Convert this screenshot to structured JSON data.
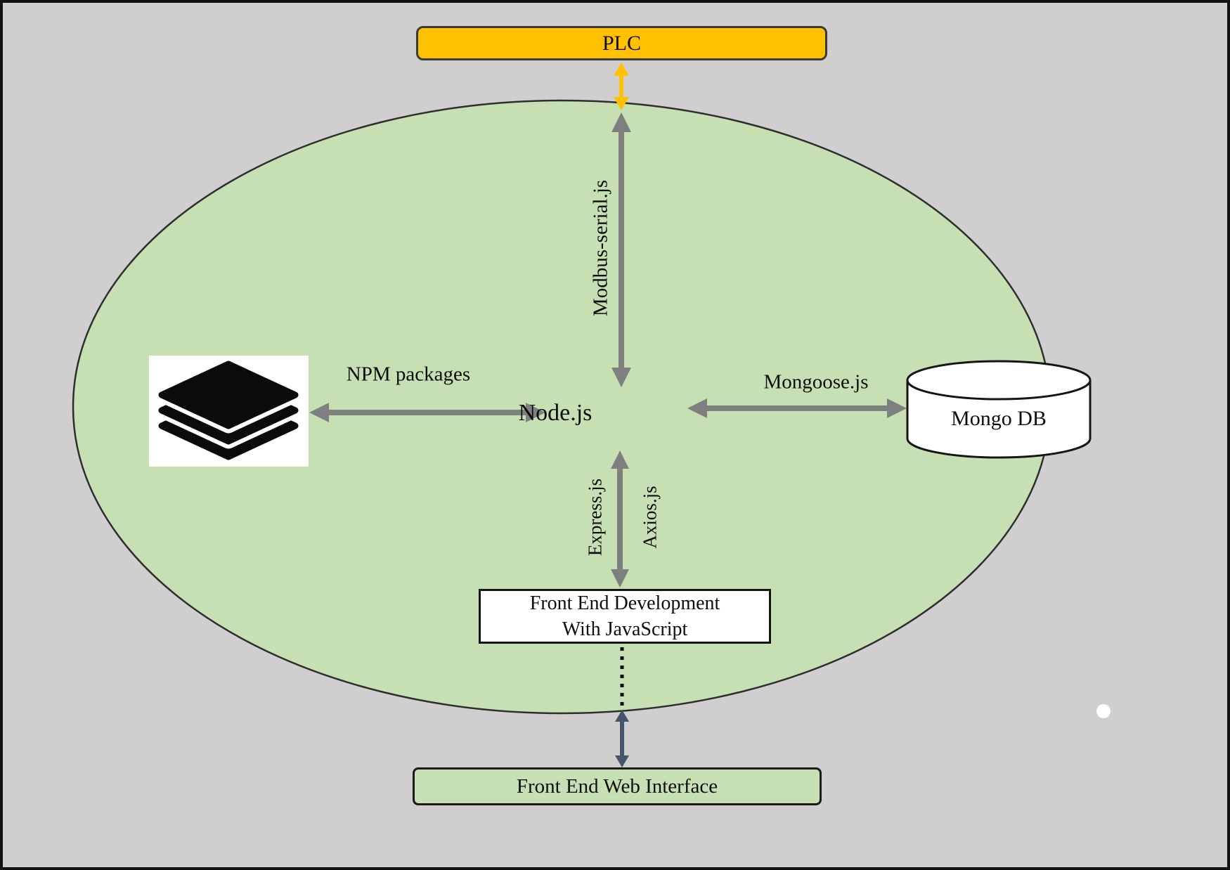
{
  "diagram": {
    "background": "#d0cece",
    "boundary": {
      "fill": "#c6e0b4",
      "stroke": "#2e2e2e"
    },
    "nodes": {
      "plc": {
        "label": "PLC",
        "fill": "#ffc000"
      },
      "node_js": {
        "label": "Node.js"
      },
      "mongo_db": {
        "label": "Mongo DB",
        "fill": "#ffffff"
      },
      "front_end_dev": {
        "line1": "Front End Development",
        "line2": "With JavaScript",
        "fill": "#ffffff"
      },
      "web_interface": {
        "label": "Front End Web Interface",
        "fill": "#c6e0b4"
      }
    },
    "edges": {
      "plc_node": {
        "color": "#ffc000"
      },
      "modbus": {
        "label": "Modbus-serial.js",
        "color": "#7f7f7f"
      },
      "npm": {
        "label": "NPM packages",
        "color": "#7f7f7f"
      },
      "mongoose": {
        "label": "Mongoose.js",
        "color": "#7f7f7f"
      },
      "express": {
        "label": "Express.js",
        "color": "#7f7f7f"
      },
      "axios": {
        "label": "Axios.js"
      },
      "frontend_web": {
        "color": "#44546a",
        "dotted_color": "#0d0d0d"
      }
    },
    "icons": {
      "npm_layers": "layers-stack-icon",
      "mongo_cylinder": "database-cylinder-icon",
      "white_dot": "white-dot"
    }
  }
}
